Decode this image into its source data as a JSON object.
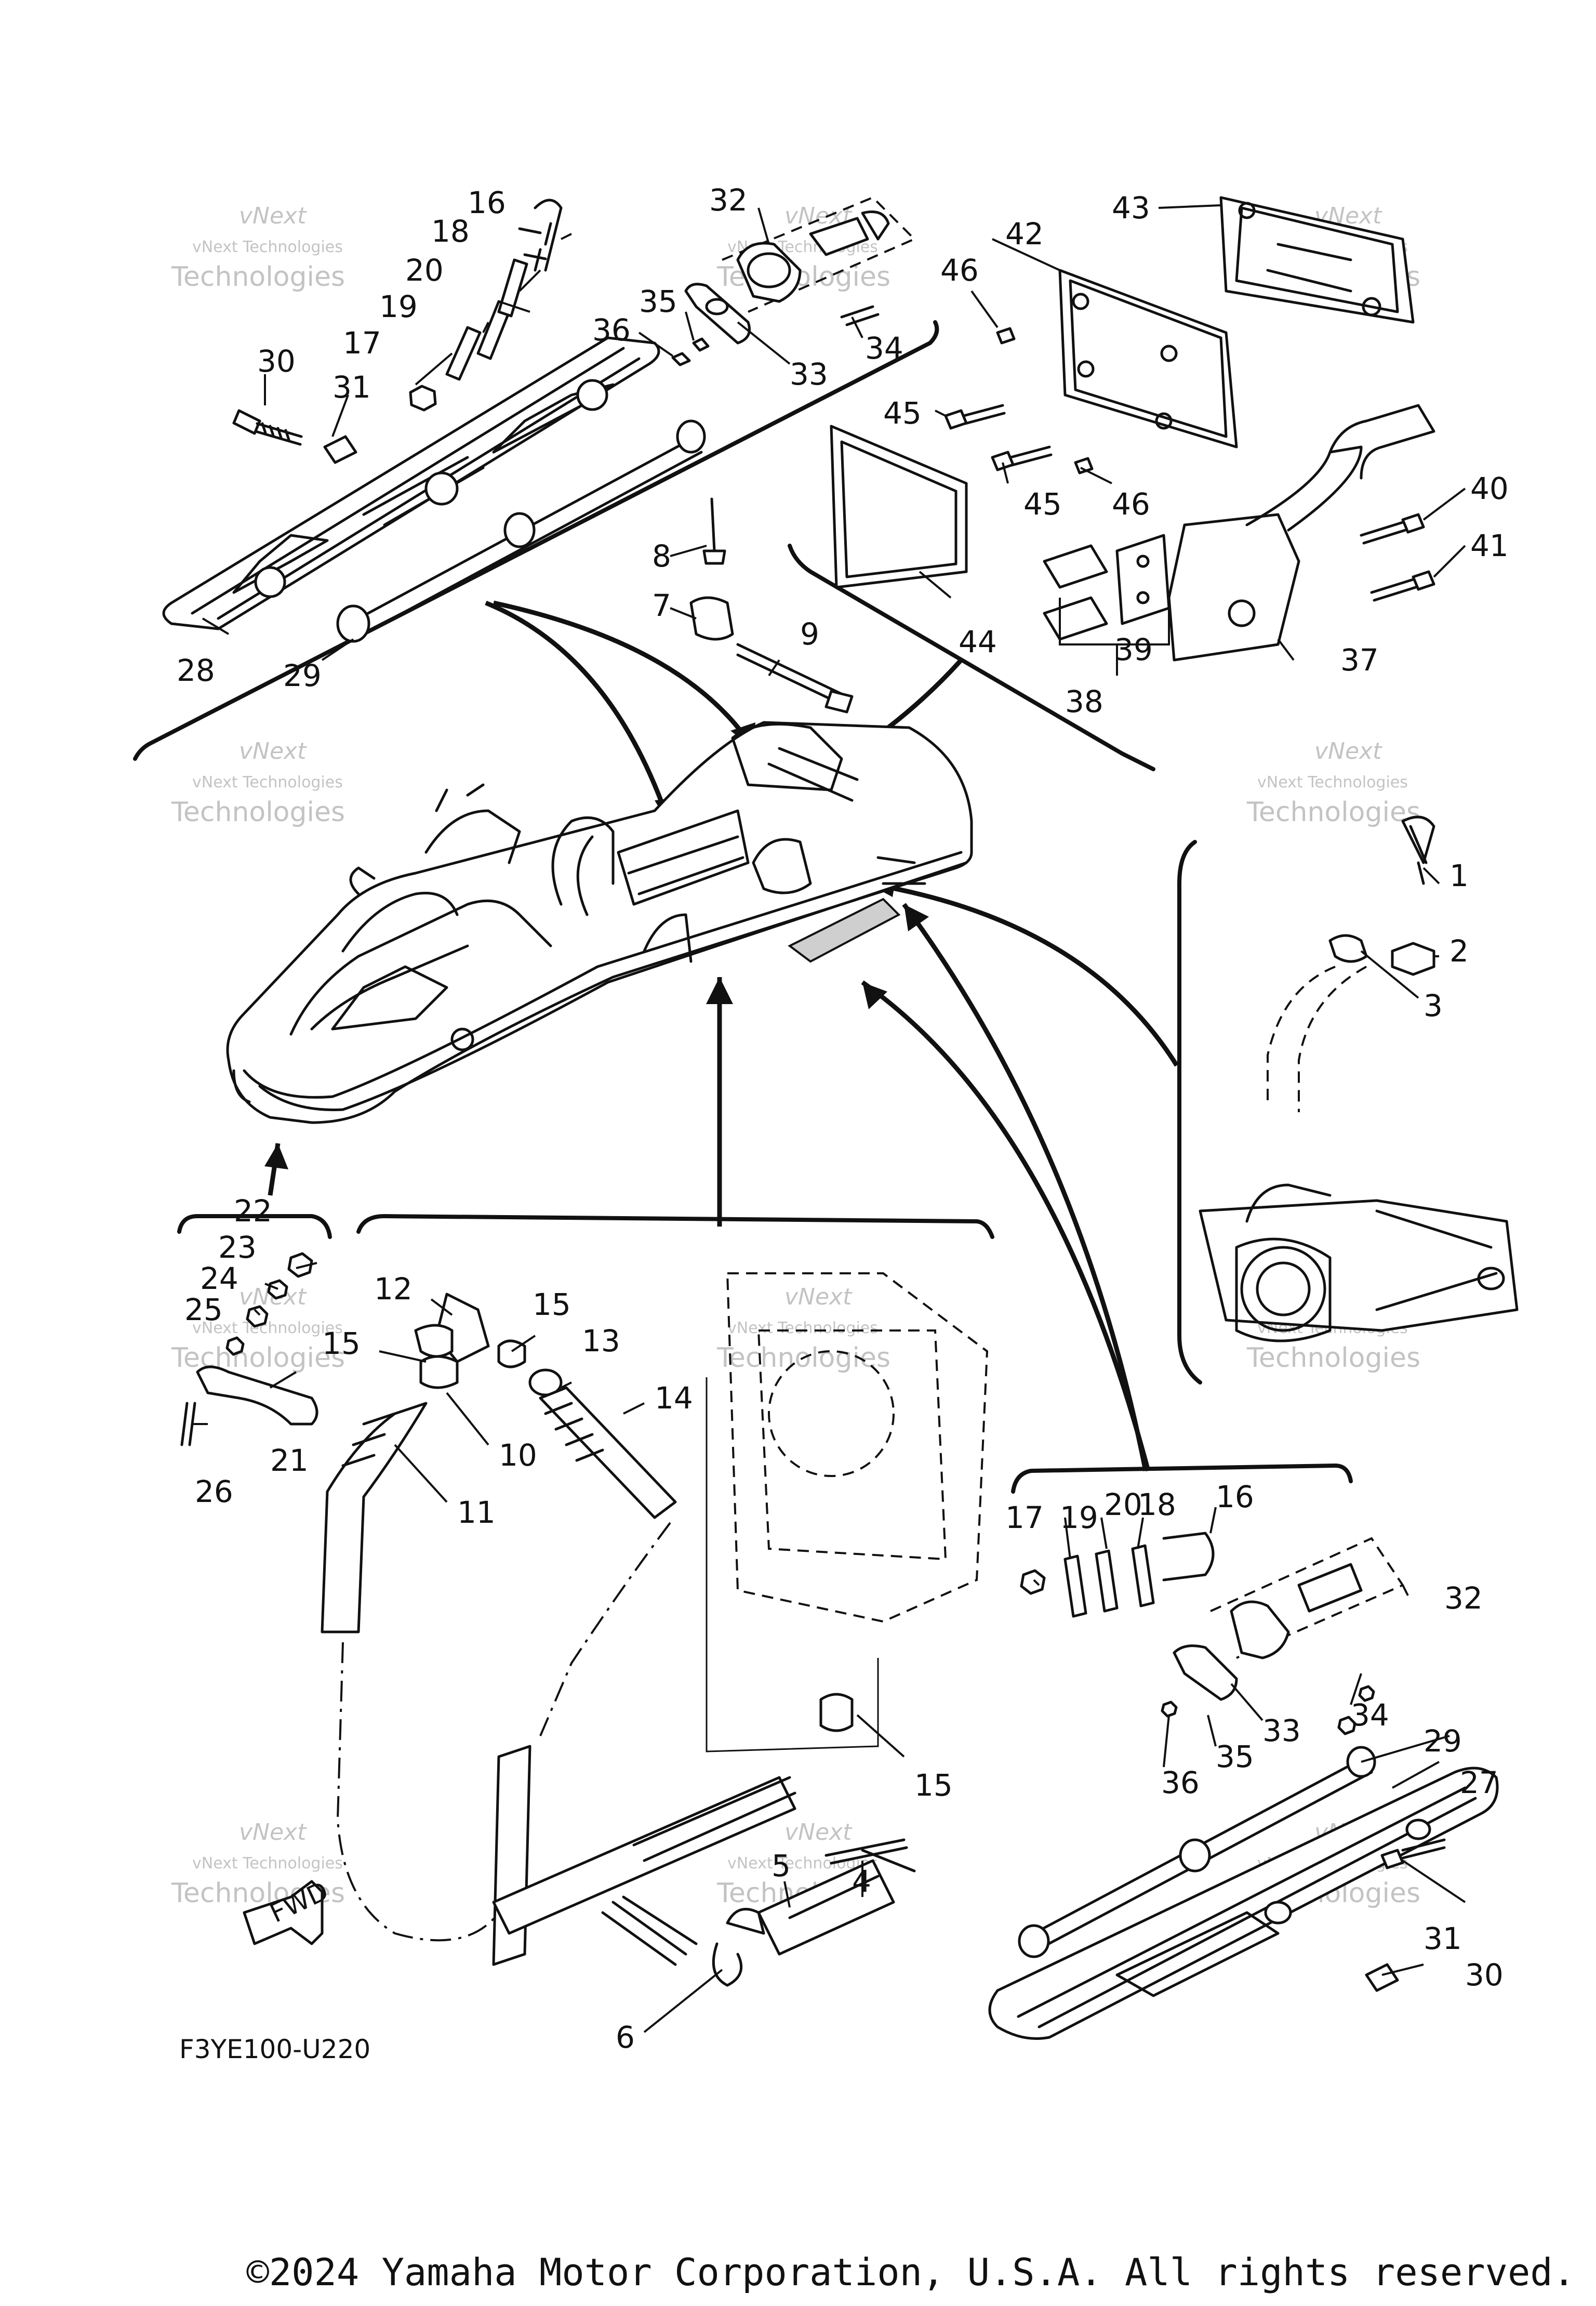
{
  "diagram": {
    "code": "F3YE100-U220",
    "fwd_label": "FWD",
    "copyright": "©2024 Yamaha Motor Corporation, U.S.A. All rights reserved.",
    "watermark": {
      "line1": "vNext",
      "line2": "vNext Technologies",
      "line3": "Technologies"
    },
    "callouts": [
      {
        "id": "c1",
        "text": "1"
      },
      {
        "id": "c2",
        "text": "2"
      },
      {
        "id": "c3",
        "text": "3"
      },
      {
        "id": "c4",
        "text": "4"
      },
      {
        "id": "c5",
        "text": "5"
      },
      {
        "id": "c6",
        "text": "6"
      },
      {
        "id": "c7",
        "text": "7"
      },
      {
        "id": "c8",
        "text": "8"
      },
      {
        "id": "c9",
        "text": "9"
      },
      {
        "id": "c10",
        "text": "10"
      },
      {
        "id": "c11",
        "text": "11"
      },
      {
        "id": "c12",
        "text": "12"
      },
      {
        "id": "c13",
        "text": "13"
      },
      {
        "id": "c14",
        "text": "14"
      },
      {
        "id": "c15a",
        "text": "15"
      },
      {
        "id": "c15b",
        "text": "15"
      },
      {
        "id": "c15c",
        "text": "15"
      },
      {
        "id": "c16a",
        "text": "16"
      },
      {
        "id": "c16b",
        "text": "16"
      },
      {
        "id": "c17a",
        "text": "17"
      },
      {
        "id": "c17b",
        "text": "17"
      },
      {
        "id": "c18a",
        "text": "18"
      },
      {
        "id": "c18b",
        "text": "18"
      },
      {
        "id": "c19a",
        "text": "19"
      },
      {
        "id": "c19b",
        "text": "19"
      },
      {
        "id": "c20a",
        "text": "20"
      },
      {
        "id": "c20b",
        "text": "20"
      },
      {
        "id": "c21",
        "text": "21"
      },
      {
        "id": "c22",
        "text": "22"
      },
      {
        "id": "c23",
        "text": "23"
      },
      {
        "id": "c24",
        "text": "24"
      },
      {
        "id": "c25",
        "text": "25"
      },
      {
        "id": "c26",
        "text": "26"
      },
      {
        "id": "c27",
        "text": "27"
      },
      {
        "id": "c28",
        "text": "28"
      },
      {
        "id": "c29a",
        "text": "29"
      },
      {
        "id": "c29b",
        "text": "29"
      },
      {
        "id": "c30a",
        "text": "30"
      },
      {
        "id": "c30b",
        "text": "30"
      },
      {
        "id": "c31a",
        "text": "31"
      },
      {
        "id": "c31b",
        "text": "31"
      },
      {
        "id": "c32a",
        "text": "32"
      },
      {
        "id": "c32b",
        "text": "32"
      },
      {
        "id": "c33a",
        "text": "33"
      },
      {
        "id": "c33b",
        "text": "33"
      },
      {
        "id": "c34a",
        "text": "34"
      },
      {
        "id": "c34b",
        "text": "34"
      },
      {
        "id": "c35a",
        "text": "35"
      },
      {
        "id": "c35b",
        "text": "35"
      },
      {
        "id": "c36a",
        "text": "36"
      },
      {
        "id": "c36b",
        "text": "36"
      },
      {
        "id": "c37",
        "text": "37"
      },
      {
        "id": "c38",
        "text": "38"
      },
      {
        "id": "c39",
        "text": "39"
      },
      {
        "id": "c40",
        "text": "40"
      },
      {
        "id": "c41",
        "text": "41"
      },
      {
        "id": "c42",
        "text": "42"
      },
      {
        "id": "c43",
        "text": "43"
      },
      {
        "id": "c44",
        "text": "44"
      },
      {
        "id": "c45a",
        "text": "45"
      },
      {
        "id": "c45b",
        "text": "45"
      },
      {
        "id": "c46a",
        "text": "46"
      },
      {
        "id": "c46b",
        "text": "46"
      }
    ]
  }
}
